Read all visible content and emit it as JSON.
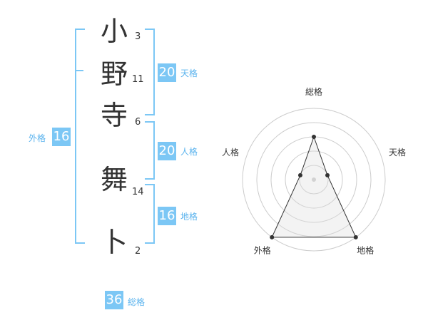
{
  "name_chars": [
    {
      "char": "小",
      "strokes": "3"
    },
    {
      "char": "野",
      "strokes": "11"
    },
    {
      "char": "寺",
      "strokes": "6"
    },
    {
      "char": "舞",
      "strokes": "14"
    },
    {
      "char": "卜",
      "strokes": "2"
    }
  ],
  "fortune": {
    "tenkaku": {
      "label": "天格",
      "value": "20"
    },
    "jinkaku": {
      "label": "人格",
      "value": "20"
    },
    "chikaku": {
      "label": "地格",
      "value": "16"
    },
    "gaikaku": {
      "label": "外格",
      "value": "16"
    },
    "soukaku": {
      "label": "総格",
      "value": "36"
    }
  },
  "accent_color": "#7cc7f5",
  "label_color": "#5ab3ee",
  "chart_data": {
    "type": "radar",
    "axes": [
      "総格",
      "天格",
      "地格",
      "外格",
      "人格"
    ],
    "levels": 5,
    "values": [
      3,
      1,
      5,
      5,
      1
    ],
    "max": 5
  }
}
